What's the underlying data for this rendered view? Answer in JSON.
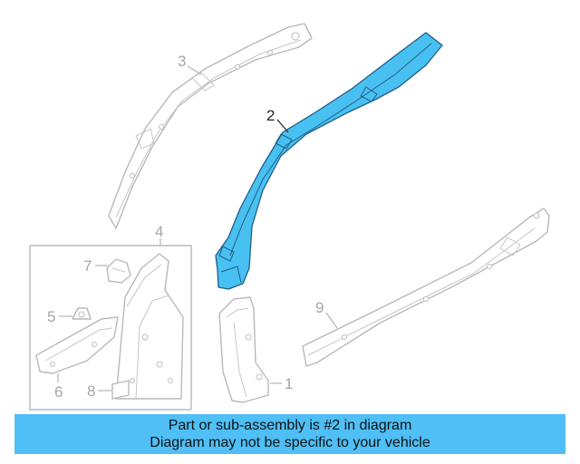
{
  "callouts": {
    "c1": "1",
    "c2": "2",
    "c3": "3",
    "c4": "4",
    "c5": "5",
    "c6": "6",
    "c7": "7",
    "c8": "8",
    "c9": "9"
  },
  "colors": {
    "highlight": "#49c0f2",
    "banner": "#4fbff6",
    "ghost": "#b9b9b9"
  },
  "banner": {
    "line1": "Part or sub-assembly is #2 in diagram",
    "line2": "Diagram may not be specific to your vehicle"
  }
}
